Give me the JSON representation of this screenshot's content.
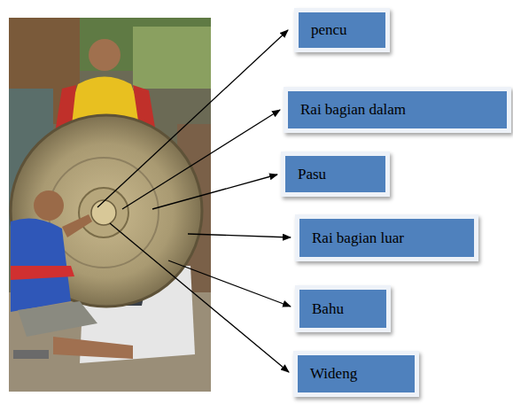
{
  "diagram": {
    "nodes": [
      {
        "text": [
          "pencu"
        ]
      },
      {
        "text": [
          "Rai bagian dalam"
        ]
      },
      {
        "text": [
          "Pasu"
        ]
      },
      {
        "text": [
          "Rai bagian luar"
        ]
      },
      {
        "text": [
          "Bahu"
        ]
      },
      {
        "text": [
          "Wideng"
        ]
      }
    ]
  }
}
